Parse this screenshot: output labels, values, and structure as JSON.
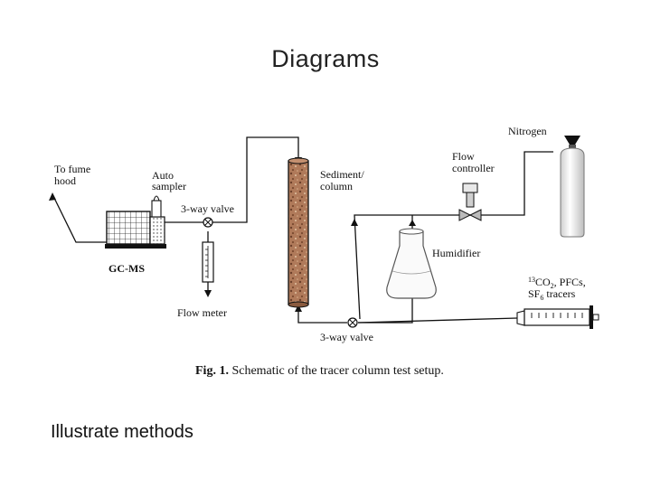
{
  "slide": {
    "title": "Diagrams",
    "bottom_text": "Illustrate methods"
  },
  "diagram": {
    "labels": {
      "fume_hood_1": "To fume",
      "fume_hood_2": "hood",
      "auto_sampler_1": "Auto",
      "auto_sampler_2": "sampler",
      "gcms": "GC-MS",
      "valve_top": "3-way valve",
      "flow_meter": "Flow meter",
      "sediment_1": "Sediment/",
      "sediment_2": "column",
      "flow_controller_1": "Flow",
      "flow_controller_2": "controller",
      "nitrogen": "Nitrogen",
      "humidifier": "Humidifier",
      "tracers_sup": "13",
      "tracers_1b": "CO",
      "tracers_sub2": "2",
      "tracers_1c": ", PFCs,",
      "tracers_2a": "SF",
      "tracers_sub6": "6",
      "tracers_2b": " tracers",
      "valve_bottom": "3-way valve"
    },
    "caption": {
      "label": "Fig. 1.",
      "text": " Schematic of the tracer column test setup."
    }
  }
}
